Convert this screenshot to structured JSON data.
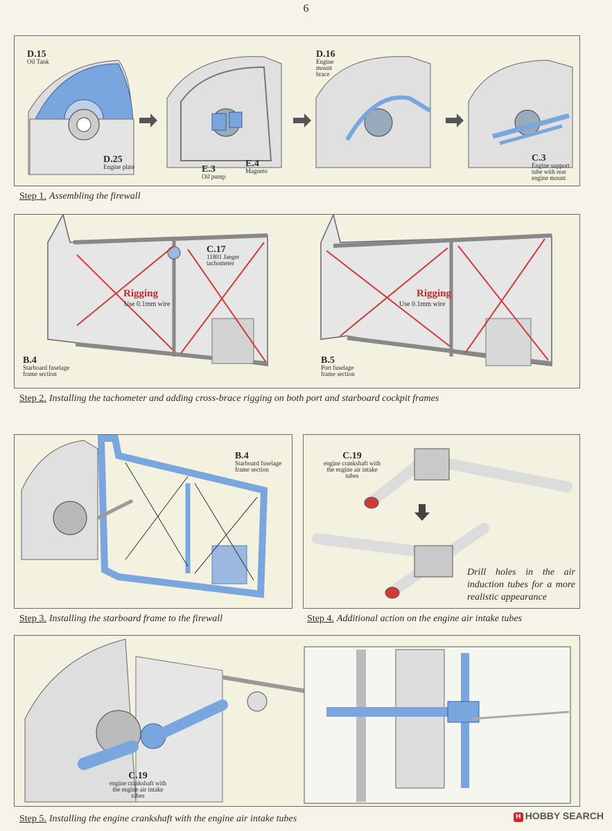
{
  "page_number": "6",
  "step1": {
    "caption_num": "Step 1.",
    "caption_text": "Assembling the firewall",
    "parts": {
      "d15": {
        "code": "D.15",
        "desc": "Oil Tank"
      },
      "d25": {
        "code": "D.25",
        "desc": "Engine plate"
      },
      "e3": {
        "code": "E.3",
        "desc": "Oil pump"
      },
      "e4": {
        "code": "E.4",
        "desc": "Magneto"
      },
      "d16": {
        "code": "D.16",
        "desc": "Engine mount brace"
      },
      "c3": {
        "code": "C.3",
        "desc": "Engine support tube with rear engine mount"
      }
    }
  },
  "step2": {
    "caption_num": "Step 2.",
    "caption_text": "Installing the tachometer and adding cross-brace rigging on both port and starboard cockpit frames",
    "rigging_left": "Rigging",
    "rigging_left_sub": "Use 0.1mm wire",
    "rigging_right": "Rigging",
    "rigging_right_sub": "Use 0.1mm wire",
    "parts": {
      "c17": {
        "code": "C.17",
        "desc": "11801 Jaeger tachometer"
      },
      "b4": {
        "code": "B.4",
        "desc": "Starboard fuselage frame section"
      },
      "b5": {
        "code": "B.5",
        "desc": "Port fuselage frame section"
      }
    }
  },
  "step3": {
    "caption_num": "Step 3.",
    "caption_text": "Installing the starboard frame to the firewall",
    "parts": {
      "b4": {
        "code": "B.4",
        "desc": "Starboard fuselage frame section"
      }
    }
  },
  "step4": {
    "caption_num": "Step 4.",
    "caption_text": "Additional action on the engine air intake tubes",
    "drill_note": "Drill holes in the air induction tubes for a more realistic appearance",
    "parts": {
      "c19": {
        "code": "C.19",
        "desc": "engine crankshaft with the engine air intake tubes"
      }
    }
  },
  "step5": {
    "caption_num": "Step 5.",
    "caption_text": "Installing the engine crankshaft with the engine air intake tubes",
    "parts": {
      "c19": {
        "code": "C.19",
        "desc": "engine crankshaft with the engine air intake tubes"
      }
    }
  },
  "watermark": "HOBBY SEARCH",
  "colors": {
    "part_blue": "#7aa6e0",
    "rigging_red": "#d23a3a",
    "frame_grey": "#d8d8d8"
  }
}
